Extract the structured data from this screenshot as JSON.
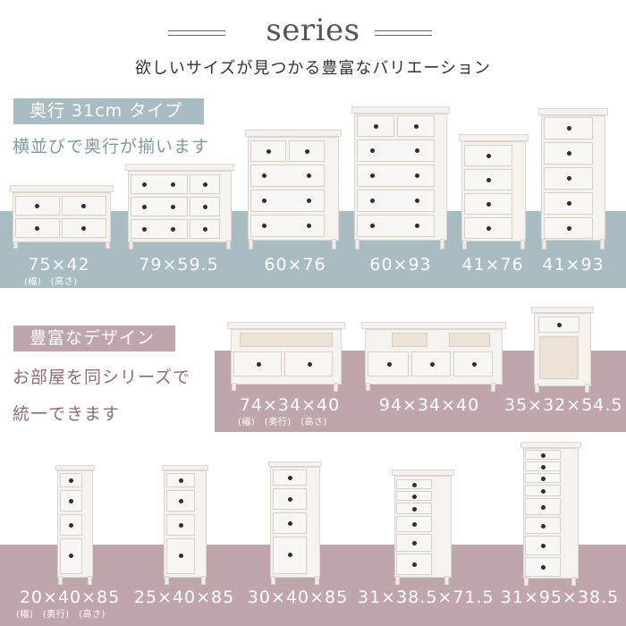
{
  "header": {
    "title": "series",
    "subtitle": "欲しいサイズが見つかる豊富なバリエーション"
  },
  "colors": {
    "blue_band": "#a9bcc1",
    "pink_band": "#bfa6aa",
    "blue_text": "#7f9aa1",
    "pink_text": "#8e6d73"
  },
  "section1": {
    "tag": "奥行 31cm タイプ",
    "lead": "横並びで奥行が揃います",
    "items": [
      {
        "dims": "75×42",
        "units": "(幅)　(高さ)"
      },
      {
        "dims": "79×59.5"
      },
      {
        "dims": "60×76"
      },
      {
        "dims": "60×93"
      },
      {
        "dims": "41×76"
      },
      {
        "dims": "41×93"
      }
    ]
  },
  "section2": {
    "tag": "豊富なデザイン",
    "lead_line1": "お部屋を同シリーズで",
    "lead_line2": "統一できます",
    "items": [
      {
        "dims": "74×34×40",
        "units": "(幅)　(奥行)　(高さ)"
      },
      {
        "dims": "94×34×40"
      },
      {
        "dims": "35×32×54.5"
      }
    ]
  },
  "section3": {
    "items": [
      {
        "dims": "20×40×85",
        "units": "(幅)　(奥行)　(高さ)"
      },
      {
        "dims": "25×40×85"
      },
      {
        "dims": "30×40×85"
      },
      {
        "dims": "31×38.5×71.5"
      },
      {
        "dims": "31×95×38.5"
      }
    ]
  }
}
